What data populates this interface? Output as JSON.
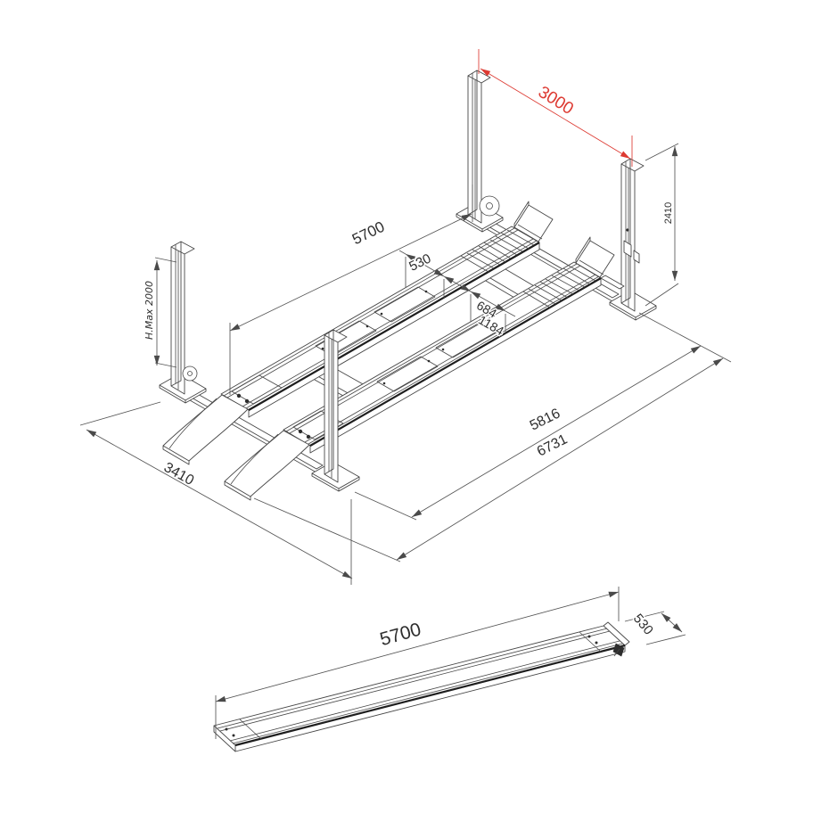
{
  "colors": {
    "line": "#474747",
    "dim": "#555555",
    "accent_red": "#dd3a32"
  },
  "lift_view": {
    "description": "four-post vehicle lift isometric drawing",
    "dims": {
      "drive_through_width": "3000",
      "column_height": "2410",
      "platform_length": "5700",
      "platform_width": "530",
      "runway_inner_gap": "684",
      "runway_span": "1184",
      "max_lift_height": "H.Max 2000",
      "overall_width": "3410",
      "base_frame_length": "5816",
      "overall_length": "6731"
    }
  },
  "platform_view": {
    "description": "single runway platform detail",
    "dims": {
      "platform_length": "5700",
      "platform_width": "530"
    }
  }
}
